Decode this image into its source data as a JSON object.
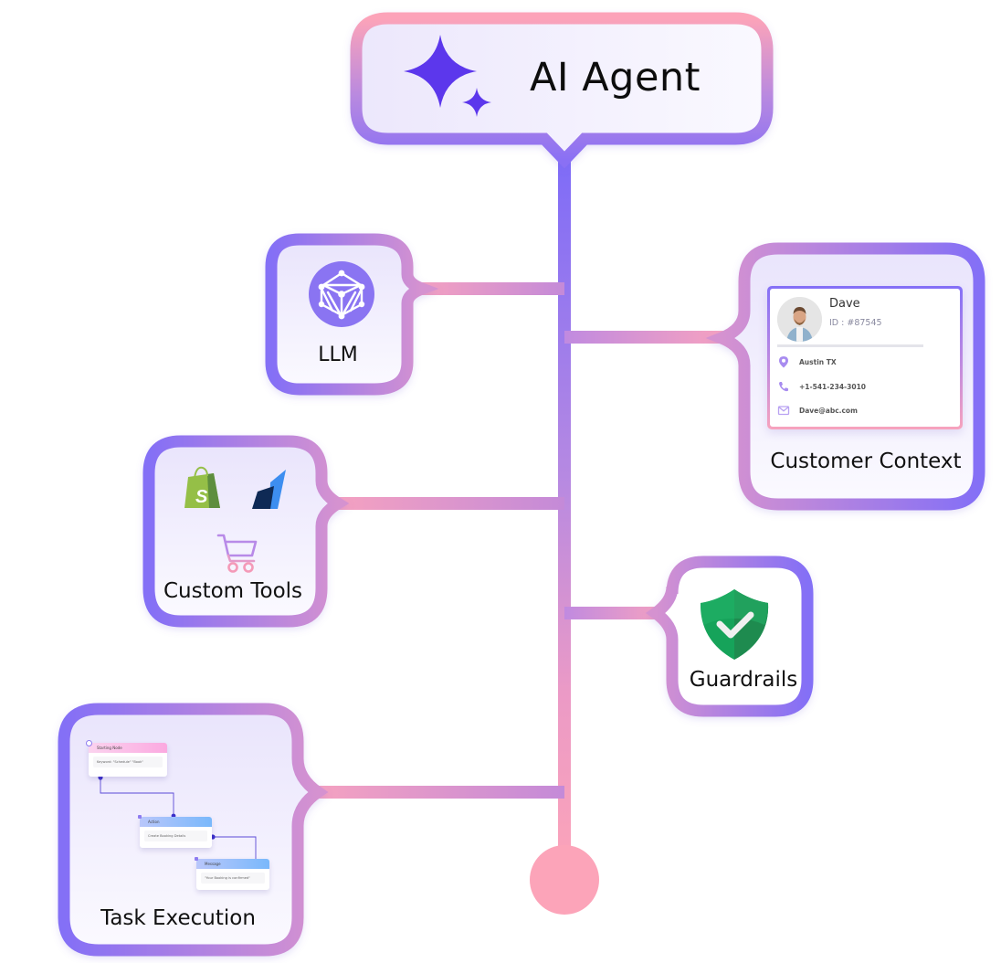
{
  "diagram": {
    "title": "AI Agent",
    "title_icon": "sparkle-icon",
    "colors": {
      "purple": "#7f6cf6",
      "pink": "#fba3bb",
      "mid": "#c98cd8",
      "sparkle": "#5c37ec",
      "box_fill_top": "#ebe6fc",
      "box_fill_bottom": "#f8f7fe"
    },
    "components": [
      {
        "id": "llm",
        "label": "LLM",
        "side": "left",
        "icon": "neural-network-icon"
      },
      {
        "id": "customer-context",
        "label": "Customer Context",
        "side": "right",
        "icon": "customer-card"
      },
      {
        "id": "custom-tools",
        "label": "Custom Tools",
        "side": "left",
        "icons": [
          "shopify-icon",
          "arrow-logo-icon",
          "shopping-cart-icon"
        ]
      },
      {
        "id": "guardrails",
        "label": "Guardrails",
        "side": "right",
        "icon": "shield-check-icon"
      },
      {
        "id": "task-execution",
        "label": "Task Execution",
        "side": "left",
        "icon": "workflow-preview"
      }
    ],
    "customer_card": {
      "name": "Dave",
      "id_text": "ID : #87545",
      "location": "Austin TX",
      "phone": "+1-541-234-3010",
      "email": "Dave@abc.com"
    },
    "workflow": {
      "nodes": [
        {
          "title": "Starting Node",
          "body": "Keyword: \"Schedule\" \"Book\""
        },
        {
          "title": "Action",
          "body": "Create Booking Details"
        },
        {
          "title": "Message",
          "body": "\"Your Booking is confirmed\""
        }
      ]
    }
  }
}
